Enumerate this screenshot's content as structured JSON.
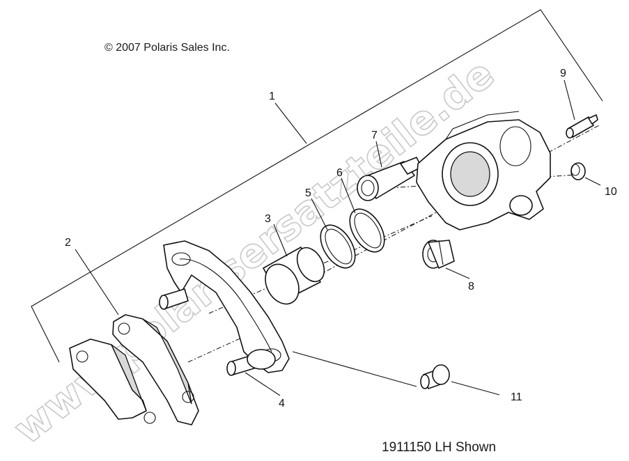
{
  "copyright": "© 2007 Polaris Sales Inc.",
  "footer": "1911150 LH Shown",
  "watermark": "www.polarisersatzteile.de",
  "callouts": {
    "c1": "1",
    "c2": "2",
    "c3": "3",
    "c4": "4",
    "c5": "5",
    "c6": "6",
    "c7": "7",
    "c8": "8",
    "c9": "9",
    "c10": "10",
    "c11": "11"
  }
}
